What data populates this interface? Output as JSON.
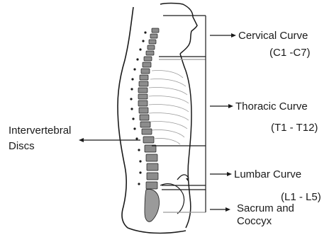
{
  "labels": {
    "cervical_curve": "Cervical Curve",
    "cervical_range": "(C1 -C7)",
    "thoracic_curve": "Thoracic Curve",
    "thoracic_range": "(T1 - T12)",
    "lumbar_curve": "Lumbar Curve",
    "lumbar_range": "(L1 - L5)",
    "sacrum_line1": "Sacrum and",
    "sacrum_line2": "Coccyx",
    "disc_line1": "Intervertebral",
    "disc_line2": "Discs"
  },
  "colors": {
    "ink": "#1a1a1a",
    "shade": "#8c8c8c",
    "light": "#c8c8c8"
  }
}
